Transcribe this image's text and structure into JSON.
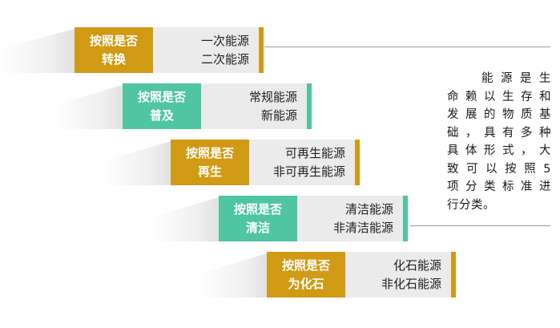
{
  "description_lines": [
    "能源是生",
    "命赖以生存和",
    "发展的物质基",
    "础，具有多种",
    "具体形式，大",
    "致可以按照5",
    "项分类标准进",
    "行分类。"
  ],
  "rows": [
    {
      "tag_lines": [
        "按照是否",
        "转换"
      ],
      "options": [
        "一次能源",
        "二次能源"
      ],
      "color": "#d19a14"
    },
    {
      "tag_lines": [
        "按照是否",
        "普及"
      ],
      "options": [
        "常规能源",
        "新能源"
      ],
      "color": "#4fc5a2"
    },
    {
      "tag_lines": [
        "按照是否",
        "再生"
      ],
      "options": [
        "可再生能源",
        "非可再生能源"
      ],
      "color": "#d19a14"
    },
    {
      "tag_lines": [
        "按照是否",
        "清洁"
      ],
      "options": [
        "清洁能源",
        "非清洁能源"
      ],
      "color": "#4fc5a2"
    },
    {
      "tag_lines": [
        "按照是否",
        "为化石"
      ],
      "options": [
        "化石能源",
        "非化石能源"
      ],
      "color": "#d19a14"
    }
  ],
  "colors": {
    "gold": "#d19a14",
    "teal": "#4fc5a2",
    "option_bg": "#ebebeb",
    "line": "#9a9a9a"
  }
}
